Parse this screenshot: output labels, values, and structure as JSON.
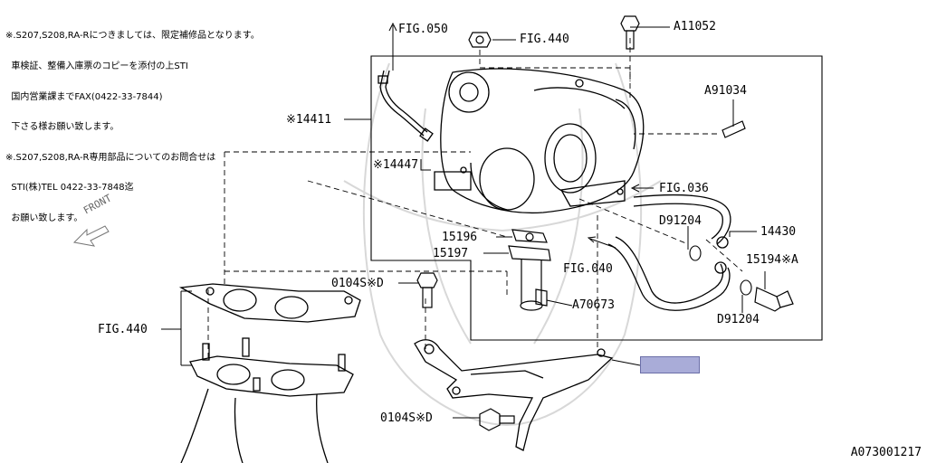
{
  "notes": [
    "※.S207,S208,RA-Rにつきましては、限定補修品となります。",
    "  車検証、整備入庫票のコピーを添付の上STI",
    "  国内営業課までFAX(0422-33-7844)",
    "  下さる様お願い致します。",
    "※.S207,S208,RA-R専用部品についてのお問合せは",
    "  STI(株)TEL 0422-33-7848迄",
    "  お願い致します。"
  ],
  "labels": {
    "fig050": "FIG.050",
    "fig440_top": "FIG.440",
    "a11052": "A11052",
    "a91034": "A91034",
    "p14411": "※14411",
    "p14447": "※14447",
    "fig036": "FIG.036",
    "d91204_a": "D91204",
    "p14430": "14430",
    "p15196": "15196",
    "p15197": "15197",
    "p15194": "15194※A",
    "fig040": "FIG.040",
    "p0104s_top": "0104S※D",
    "a70673": "A70673",
    "d91204_b": "D91204",
    "fig440_left": "FIG.440",
    "p0104s_bottom": "0104S※D"
  },
  "front_label": "FRONT",
  "reference_code": "A073001217",
  "highlight_color": "#a9acd8"
}
